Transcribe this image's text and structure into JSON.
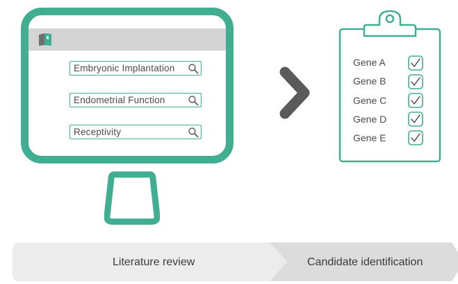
{
  "diagram": {
    "search_terms": [
      {
        "label": "Embryonic Implantation"
      },
      {
        "label": "Endometrial Function"
      },
      {
        "label": "Receptivity"
      }
    ],
    "genes": [
      {
        "label": "Gene A"
      },
      {
        "label": "Gene B"
      },
      {
        "label": "Gene C"
      },
      {
        "label": "Gene D"
      },
      {
        "label": "Gene E"
      }
    ],
    "steps": [
      {
        "label": "Literature review"
      },
      {
        "label": "Candidate identification"
      }
    ],
    "colors": {
      "accent": "#3fae91",
      "arrow": "#5a5a5a",
      "browser_bar": "#d4d4d4",
      "step_light": "#ececec",
      "step_dark": "#dcdcdc"
    },
    "icons": {
      "browser": "book-icon",
      "search": "magnifier-icon",
      "check": "checkbox-check-icon",
      "transition": "chevron-right-icon"
    }
  }
}
